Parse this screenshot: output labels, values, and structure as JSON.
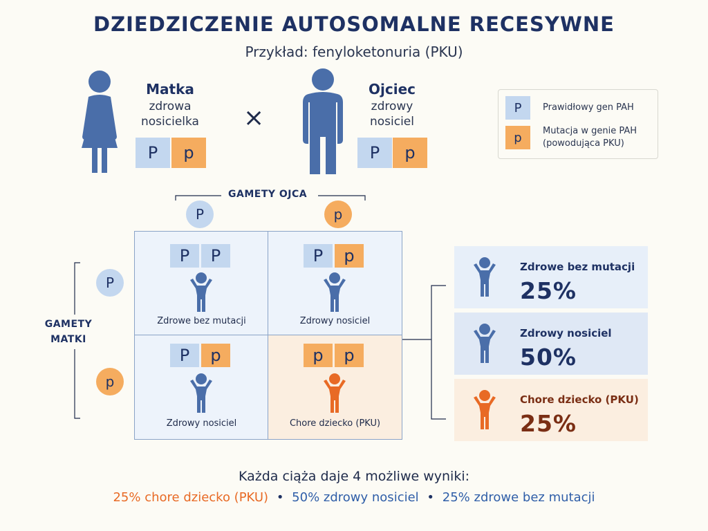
{
  "title": "DZIEDZICZENIE AUTOSOMALNE RECESYWNE",
  "subtitle": "Przykład: fenyloketonuria (PKU)",
  "mother": {
    "name": "Matka",
    "status_line1": "zdrowa",
    "status_line2": "nosicielka",
    "alleles": [
      "P",
      "p"
    ]
  },
  "father": {
    "name": "Ojciec",
    "status_line1": "zdrowy",
    "status_line2": "nosiciel",
    "alleles": [
      "P",
      "p"
    ]
  },
  "cross_symbol": "×",
  "legend": {
    "normal_swatch": "P",
    "normal_label": "Prawidłowy gen PAH",
    "mutation_swatch": "p",
    "mutation_label_line1": "Mutacja w genie PAH",
    "mutation_label_line2": "(powodująca PKU)"
  },
  "father_gametes": {
    "label": "GAMETY OJCA",
    "alleles": [
      "P",
      "p"
    ]
  },
  "mother_gametes": {
    "label_line1": "GAMETY",
    "label_line2": "MATKI",
    "alleles": [
      "P",
      "p"
    ]
  },
  "punnett": [
    {
      "alleles": [
        "P",
        "P"
      ],
      "label": "Zdrowe bez mutacji"
    },
    {
      "alleles": [
        "P",
        "p"
      ],
      "label": "Zdrowy nosiciel"
    },
    {
      "alleles": [
        "P",
        "p"
      ],
      "label": "Zdrowy nosiciel"
    },
    {
      "alleles": [
        "p",
        "p"
      ],
      "label": "Chore dziecko (PKU)"
    }
  ],
  "results": [
    {
      "label": "Zdrowe bez mutacji",
      "percent": "25%"
    },
    {
      "label": "Zdrowy nosiciel",
      "percent": "50%"
    },
    {
      "label": "Chore dziecko (PKU)",
      "percent": "25%"
    }
  ],
  "summary": {
    "line1": "Każda ciąża daje 4 możliwe wyniki:",
    "part1": "25% chore dziecko (PKU)",
    "sep": "•",
    "part2": "50% zdrowy nosiciel",
    "part3": "25% zdrowe bez mutacji"
  },
  "colors": {
    "navy": "#1e3163",
    "blue_figure": "#4a6ea9",
    "orange_figure": "#e86a25",
    "normal_allele": "#c3d7ef",
    "mutation_allele": "#f5ac5f",
    "healthy_bg": "#e7eff9",
    "sick_bg": "#fbeee0",
    "sick_text": "#7a2e14"
  }
}
